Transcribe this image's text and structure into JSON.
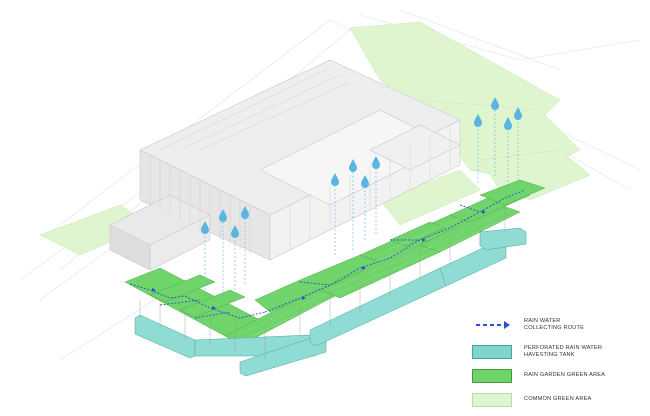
{
  "legend": {
    "items": [
      {
        "key": "route",
        "line1": "RAIN WATER",
        "line2": "COLLECTING ROUTE",
        "color": "#2a4fd6"
      },
      {
        "key": "tank",
        "line1": "PERFORATED RAIN WATER",
        "line2": "HAVESTING TANK",
        "color": "#7fd6cf",
        "border": "#4aa8a0"
      },
      {
        "key": "rain_garden",
        "line1": "RAIN GARDEN GREEN AREA",
        "line2": "",
        "color": "#6fd46a",
        "border": "#3f9e3b"
      },
      {
        "key": "common",
        "line1": "COMMON GREEN AREA",
        "line2": "",
        "color": "#dff5cf",
        "border": "#b8dca6"
      }
    ]
  },
  "colors": {
    "raindrop": "#5ab6e0",
    "building_line": "#c9c9c9",
    "building_fill": "#eeeeee",
    "route": "#2a4fd6",
    "rain_garden": "#6fd46a",
    "common_green": "#dff5cf",
    "tank": "#8fdcd4"
  }
}
